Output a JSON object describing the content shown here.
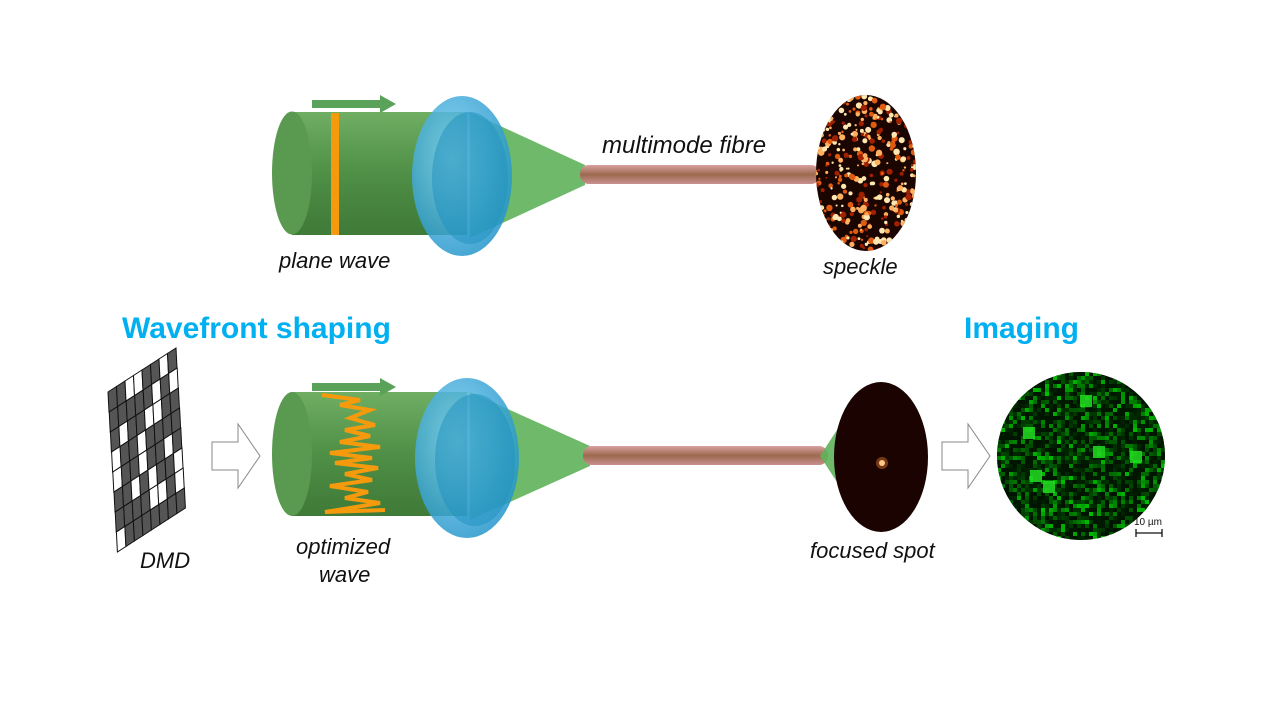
{
  "labels": {
    "fibre": "multimode fibre",
    "plane_wave": "plane wave",
    "speckle": "speckle",
    "dmd": "DMD",
    "optimized_wave_line1": "optimized",
    "optimized_wave_line2": "wave",
    "focused_spot": "focused spot",
    "scale_bar": "10 µm"
  },
  "headings": {
    "wavefront_shaping": "Wavefront shaping",
    "imaging": "Imaging"
  },
  "colors": {
    "heading": "#00b0f0",
    "beam_green": "#4e9a45",
    "lens_blue": "#2aa6d8",
    "fibre": "#b57a6e",
    "wave_orange": "#f59a0c",
    "fluorescence": "#22dd22"
  }
}
